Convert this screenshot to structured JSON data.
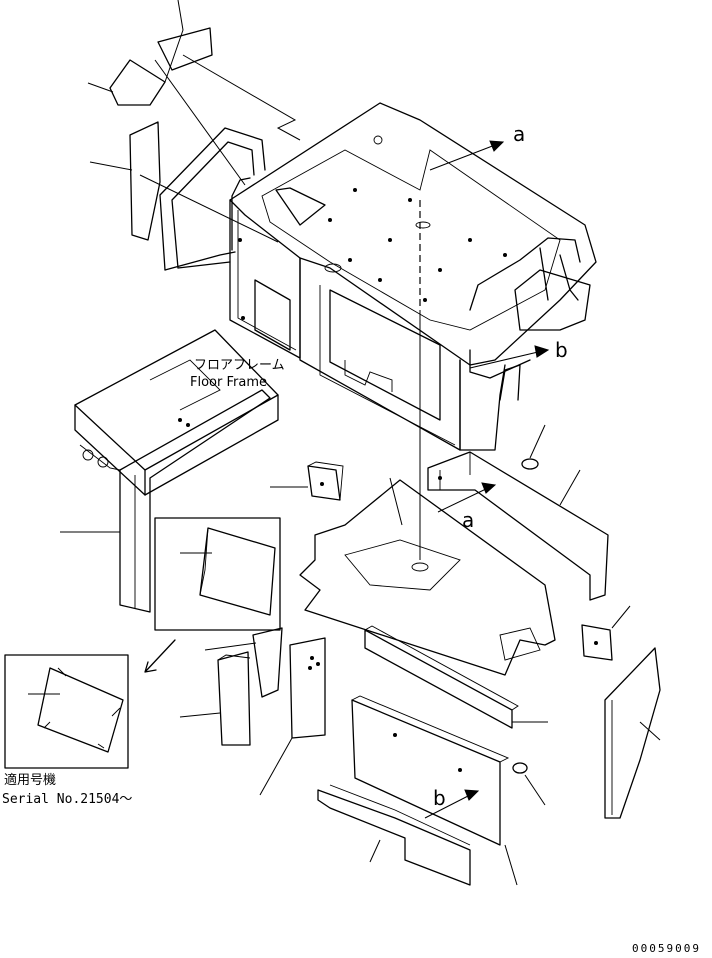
{
  "labels": {
    "floor_frame_jp": "フロアフレーム",
    "floor_frame_en": "Floor Frame",
    "ref_a_top": "a",
    "ref_b_right": "b",
    "ref_a_mid": "a",
    "ref_b_bottom": "b",
    "applicable_jp": "適用号機",
    "serial": "Serial No.21504～",
    "drawing_number": "00059009"
  }
}
